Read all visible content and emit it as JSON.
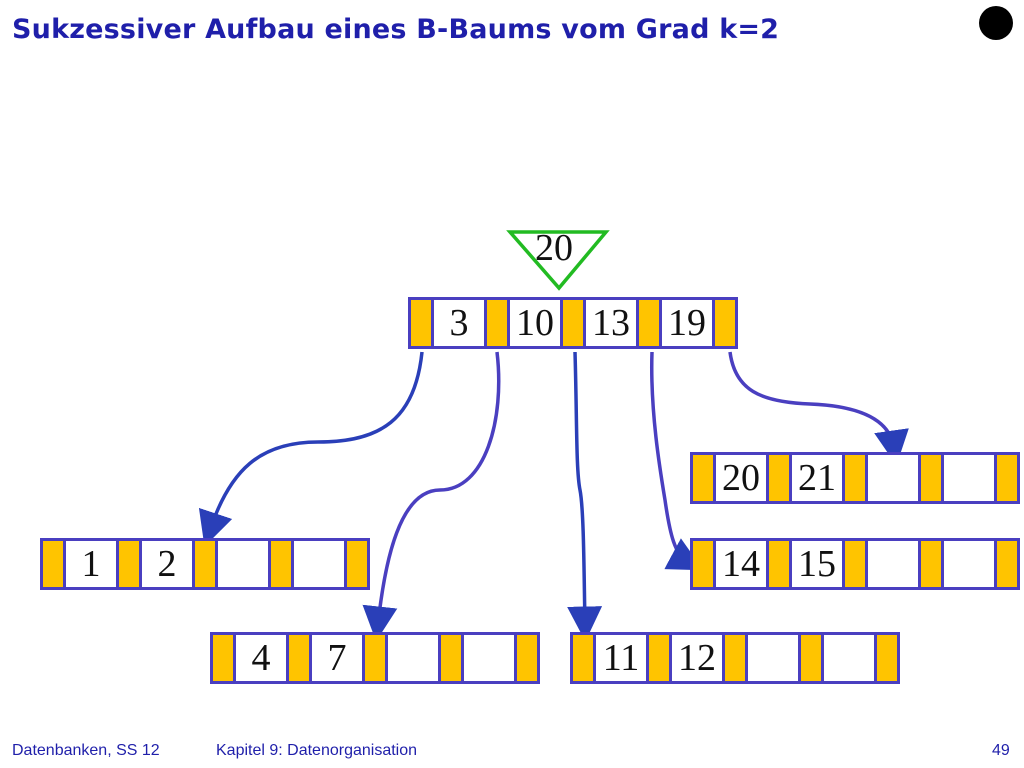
{
  "slide": {
    "title": "Sukzessiver Aufbau eines B-Baums vom Grad k=2",
    "insert_key": "20"
  },
  "footer": {
    "left": "Datenbanken, SS 12",
    "center": "Kapitel 9: Datenorganisation",
    "page": "49"
  },
  "tree": {
    "root": {
      "keys": [
        "3",
        "10",
        "13",
        "19"
      ]
    },
    "leaves": [
      {
        "id": "leaf-1-2",
        "keys": [
          "1",
          "2",
          "",
          ""
        ]
      },
      {
        "id": "leaf-4-7",
        "keys": [
          "4",
          "7",
          "",
          ""
        ]
      },
      {
        "id": "leaf-11-12",
        "keys": [
          "11",
          "12",
          "",
          ""
        ]
      },
      {
        "id": "leaf-14-15",
        "keys": [
          "14",
          "15",
          "",
          ""
        ]
      },
      {
        "id": "leaf-20-21",
        "keys": [
          "20",
          "21",
          "",
          ""
        ]
      }
    ]
  },
  "colors": {
    "title": "#1f1faa",
    "node_border": "#4a3fc0",
    "pointer_cell": "#ffc400",
    "arrow": "#2a3fb8",
    "insert_marker": "#22bb22"
  }
}
